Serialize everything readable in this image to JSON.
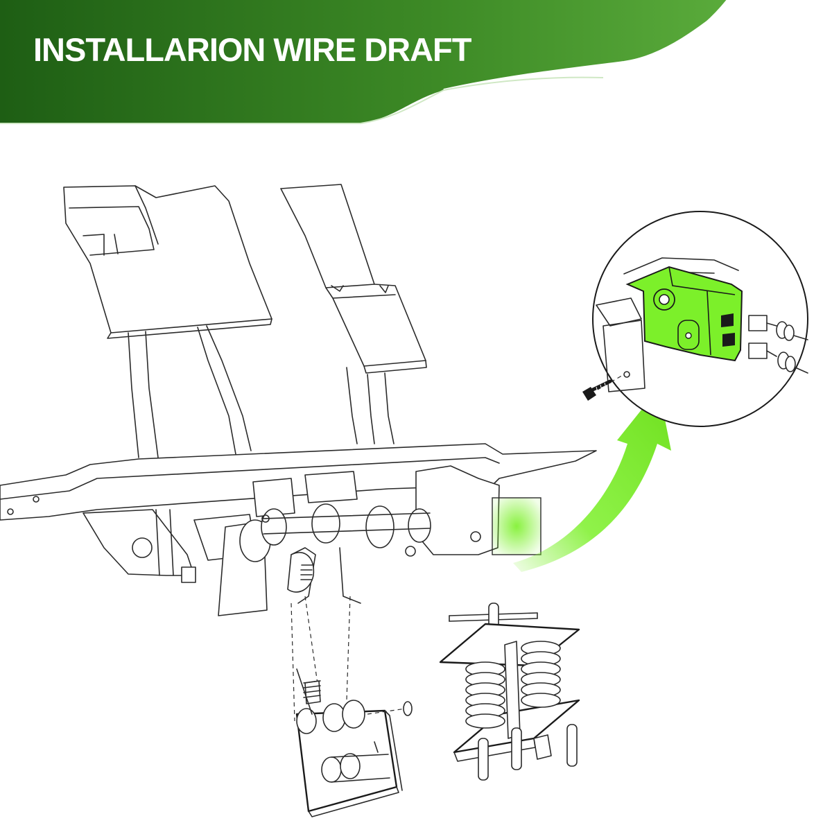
{
  "title": "INSTALLARION WIRE DRAFT",
  "colors": {
    "banner_dark": "#1e5e14",
    "banner_light": "#5aab3b",
    "highlight": "#7cf02a",
    "line": "#2a2a2a"
  },
  "icons": [
    "pedal-assembly-drawing",
    "switch-detail-callout",
    "green-arrow-icon",
    "screw-icon",
    "spring-cartridge-drawing",
    "pedal-lever-drawing"
  ]
}
